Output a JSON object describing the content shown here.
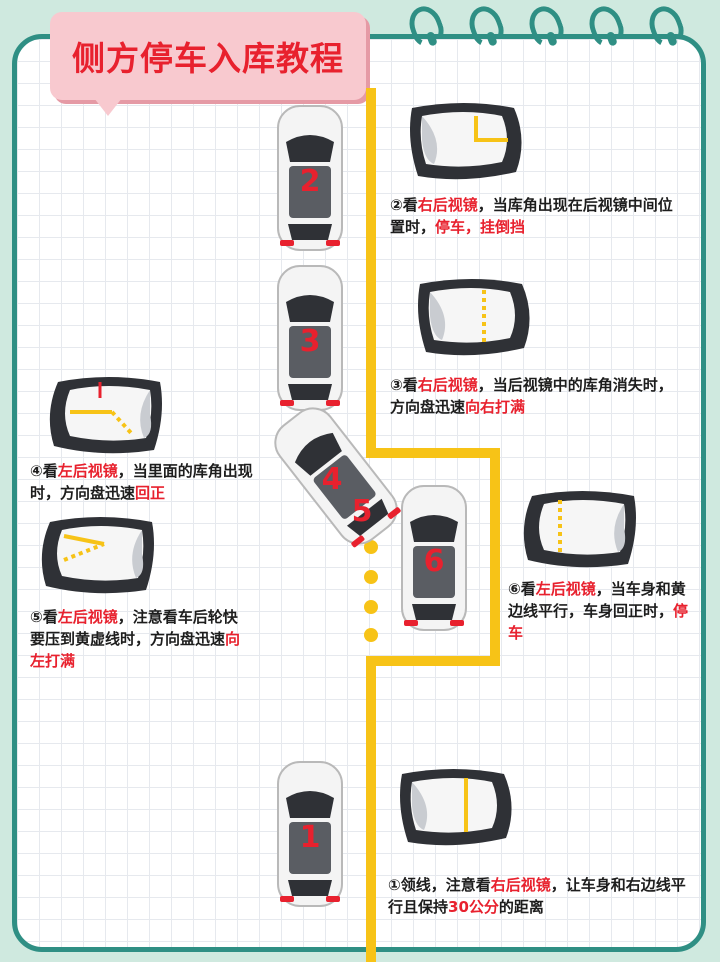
{
  "title": "侧方停车入库教程",
  "colors": {
    "accent_red": "#e8212e",
    "yellow_line": "#f7c317",
    "frame_teal": "#2f8f84"
  },
  "cars": [
    {
      "number": "2"
    },
    {
      "number": "3"
    },
    {
      "number": "4"
    },
    {
      "number": "5"
    },
    {
      "number": "6"
    },
    {
      "number": "1"
    }
  ],
  "steps": {
    "step2": {
      "a": "②看",
      "b": "右后视镜",
      "c": "，当库角出现在后视镜中间位置时，",
      "d": "停车，挂倒挡"
    },
    "step3": {
      "a": "③看",
      "b": "右后视镜",
      "c": "，当后视镜中的库角消失时，方向盘迅速",
      "d": "向右打满"
    },
    "step4": {
      "a": "④看",
      "b": "左后视镜",
      "c": "，当里面的库角出现时，方向盘迅速",
      "d": "回正"
    },
    "step5": {
      "a": "⑤看",
      "b": "左后视镜",
      "c": "，注意看车后轮快要压到黄虚线时，方向盘迅速",
      "d": "向左打满"
    },
    "step6": {
      "a": "⑥看",
      "b": "左后视镜",
      "c": "，当车身和黄边线平行，车身回正时，",
      "d": "停车"
    },
    "step1": {
      "a": "①领线，注意看",
      "b": "右后视镜",
      "c": "，让车身和右边线平行且保持",
      "d": "30公分",
      "e": "的距离"
    }
  },
  "mirrors": [
    {
      "side": "right",
      "step": "2"
    },
    {
      "side": "right",
      "step": "3"
    },
    {
      "side": "left",
      "step": "4"
    },
    {
      "side": "left",
      "step": "5"
    },
    {
      "side": "left",
      "step": "6"
    },
    {
      "side": "right",
      "step": "1"
    }
  ]
}
